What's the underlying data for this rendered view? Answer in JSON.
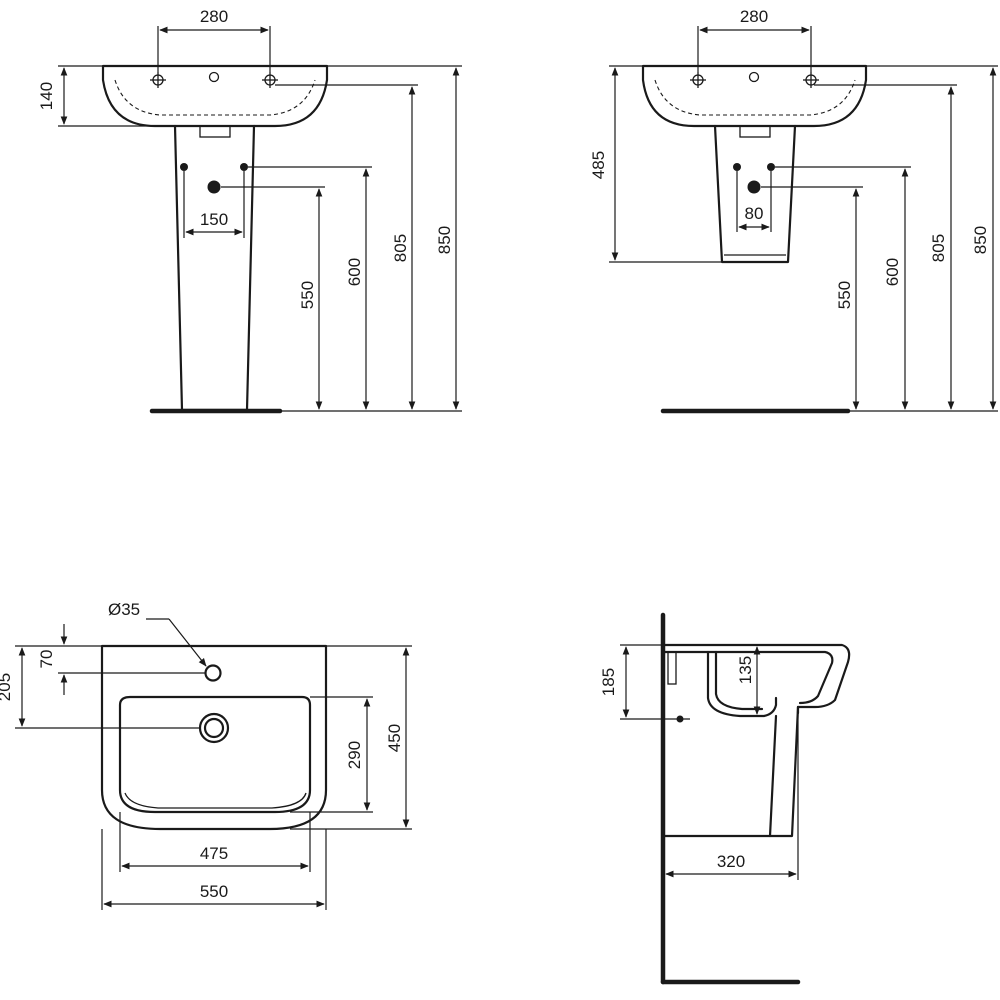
{
  "views": {
    "pedestal_front": {
      "tap_hole_centres": "280",
      "rim_height": "140",
      "supply_spacing": "150",
      "waste_height": "550",
      "supply_height": "600",
      "rim_top_height": "805",
      "overall_height": "850"
    },
    "semipedestal_front": {
      "tap_hole_centres": "280",
      "bowl_depth": "485",
      "supply_spacing": "80",
      "waste_height": "550",
      "supply_height": "600",
      "rim_top_height": "805",
      "overall_height": "850"
    },
    "plan": {
      "tap_hole_diameter": "Ø35",
      "tap_hole_offset": "70",
      "waste_offset": "205",
      "basin_inner_depth": "290",
      "overall_depth": "450",
      "inner_width": "475",
      "overall_width": "550"
    },
    "side_section": {
      "rim_height": "185",
      "waste_drop": "135",
      "projection": "320"
    }
  }
}
